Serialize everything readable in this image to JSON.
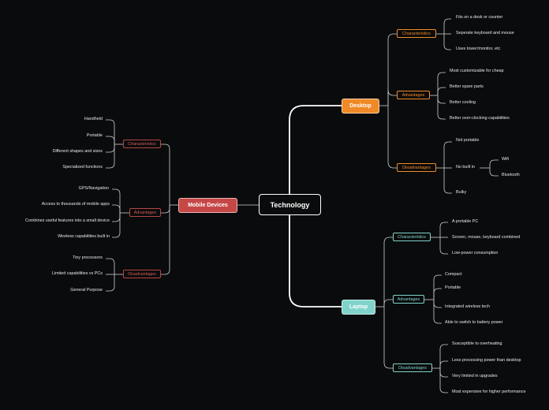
{
  "root": "Technology",
  "desktop": {
    "label": "Desktop",
    "characteristics": {
      "label": "Characteristics",
      "items": [
        "Fits on a desk or counter",
        "Seperate keyboard and mouse",
        "Uses tower/monitor, etc"
      ]
    },
    "advantages": {
      "label": "Advantages",
      "items": [
        "Most customizable for cheap",
        "Better spare parts",
        "Better cooling",
        "Better over-clocking capabilities"
      ]
    },
    "disadvantages": {
      "label": "Disadvantages",
      "not_portable": "Not portable",
      "no_built_in": "No built in",
      "no_built_in_items": [
        "Wifi",
        "Bluetooth"
      ],
      "bulky": "Bulky"
    }
  },
  "laptop": {
    "label": "Laptop",
    "characteristics": {
      "label": "Characteristics",
      "items": [
        "A portable PC",
        "Screen, mouse, keyboard combined",
        "Low-power consumption"
      ]
    },
    "advantages": {
      "label": "Advantages",
      "items": [
        "Compact",
        "Portable",
        "Integrated wireless tech",
        "Able to switch to battery power"
      ]
    },
    "disadvantages": {
      "label": "Disadvantages",
      "items": [
        "Susceptible to overheating",
        "Less processing power than desktop",
        "Very limited in upgrades",
        "Most expensive for higher performance"
      ]
    }
  },
  "mobile": {
    "label": "Mobile Devices",
    "characteristics": {
      "label": "Characteristics",
      "items": [
        "Handheld",
        "Portable",
        "Different shapes and sizes",
        "Specialized functions"
      ]
    },
    "advantages": {
      "label": "Advantages",
      "items": [
        "GPS/Navigation",
        "Access to thousands of mobile apps",
        "Combines useful features into a small device",
        "Wireless capabilities built in"
      ]
    },
    "disadvantages": {
      "label": "Disadvantages",
      "items": [
        "Tiny processors",
        "Limited capabilities vs PCs",
        "General Purpose"
      ]
    }
  },
  "colors": {
    "background": "#0a0b0c",
    "desktop": "#ef8a26",
    "laptop": "#7fd3ca",
    "mobile": "#c54847"
  }
}
